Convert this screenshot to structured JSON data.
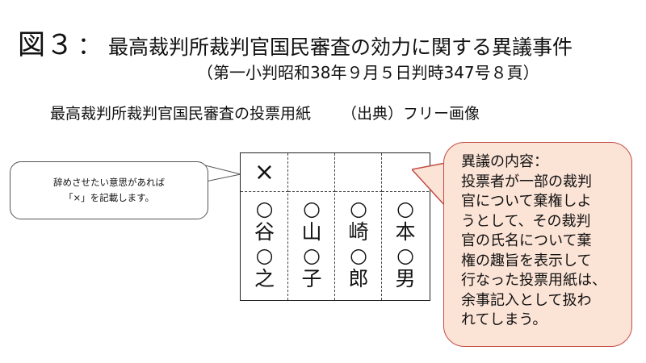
{
  "figure": {
    "label": "図３",
    "colon": "：",
    "title": "最高裁判所裁判官国民審査の効力に関する異議事件",
    "subtitle": "（第一小判昭和38年９月５日判時347号８頁）"
  },
  "caption": {
    "text": "最高裁判所裁判官国民審査の投票用紙",
    "source": "（出典）フリー画像"
  },
  "left_callout": {
    "line1": "辞めさせたい意思があれば",
    "line2": "「×」を記載します。"
  },
  "ballot": {
    "columns": [
      {
        "mark": "×",
        "chars": [
          "○",
          "谷",
          "○",
          "之"
        ]
      },
      {
        "mark": "",
        "chars": [
          "○",
          "山",
          "○",
          "子"
        ]
      },
      {
        "mark": "",
        "chars": [
          "○",
          "崎",
          "○",
          "郎"
        ]
      },
      {
        "mark": "",
        "chars": [
          "○",
          "本",
          "○",
          "男"
        ]
      }
    ]
  },
  "right_callout": {
    "lines": [
      "異議の内容：",
      "投票者が一部の裁判",
      "官について棄権しよ",
      "うとして、その裁判",
      "官の氏名について棄",
      "権の趣旨を表示して",
      "行なった投票用紙は、",
      "余事記入として扱わ",
      "れてしまう。"
    ]
  },
  "colors": {
    "callout_fill": "#fbe3d6",
    "callout_border": "#c24c45"
  }
}
